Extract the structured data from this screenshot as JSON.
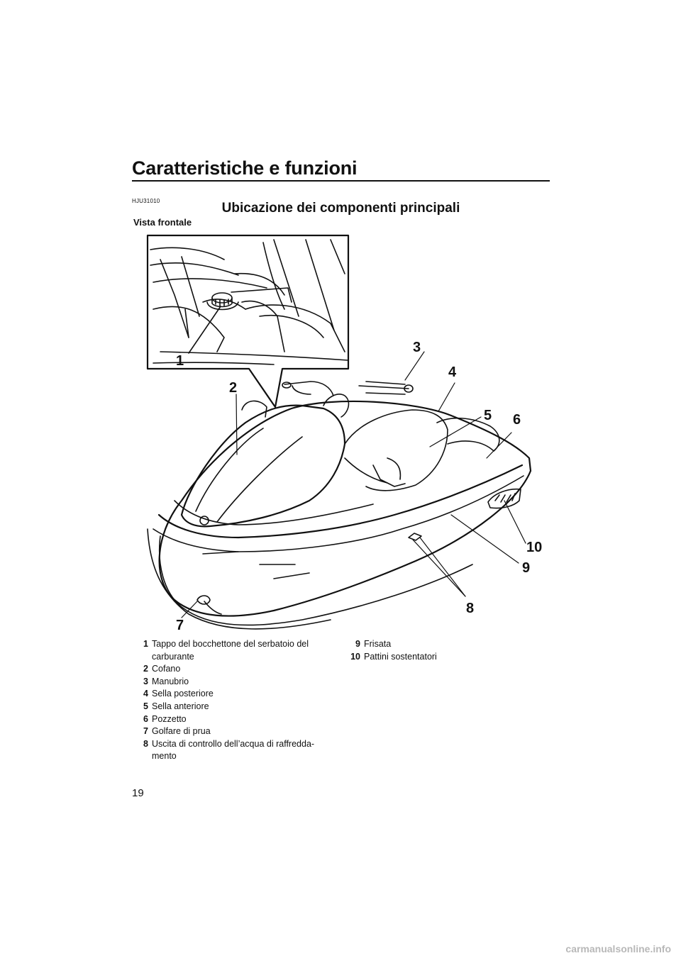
{
  "header": {
    "title": "Caratteristiche e funzioni"
  },
  "section": {
    "code": "HJU31010",
    "title": "Ubicazione dei componenti principali"
  },
  "subsection": {
    "title": "Vista frontale"
  },
  "callouts": [
    "1",
    "2",
    "3",
    "4",
    "5",
    "6",
    "7",
    "8",
    "9",
    "10"
  ],
  "legend": {
    "left": [
      {
        "num": "1",
        "text": "Tappo del bocchettone del serbatoio del carburante"
      },
      {
        "num": "2",
        "text": "Cofano"
      },
      {
        "num": "3",
        "text": "Manubrio"
      },
      {
        "num": "4",
        "text": "Sella posteriore"
      },
      {
        "num": "5",
        "text": "Sella anteriore"
      },
      {
        "num": "6",
        "text": "Pozzetto"
      },
      {
        "num": "7",
        "text": "Golfare di prua"
      },
      {
        "num": "8",
        "text": "Uscita di controllo dell’acqua di raffredda-mento"
      }
    ],
    "right": [
      {
        "num": "9",
        "text": "Frisata"
      },
      {
        "num": "10",
        "text": "Pattini sostentatori"
      }
    ]
  },
  "page": {
    "number": "19"
  },
  "footer": {
    "watermark": "carmanualsonline.info"
  }
}
